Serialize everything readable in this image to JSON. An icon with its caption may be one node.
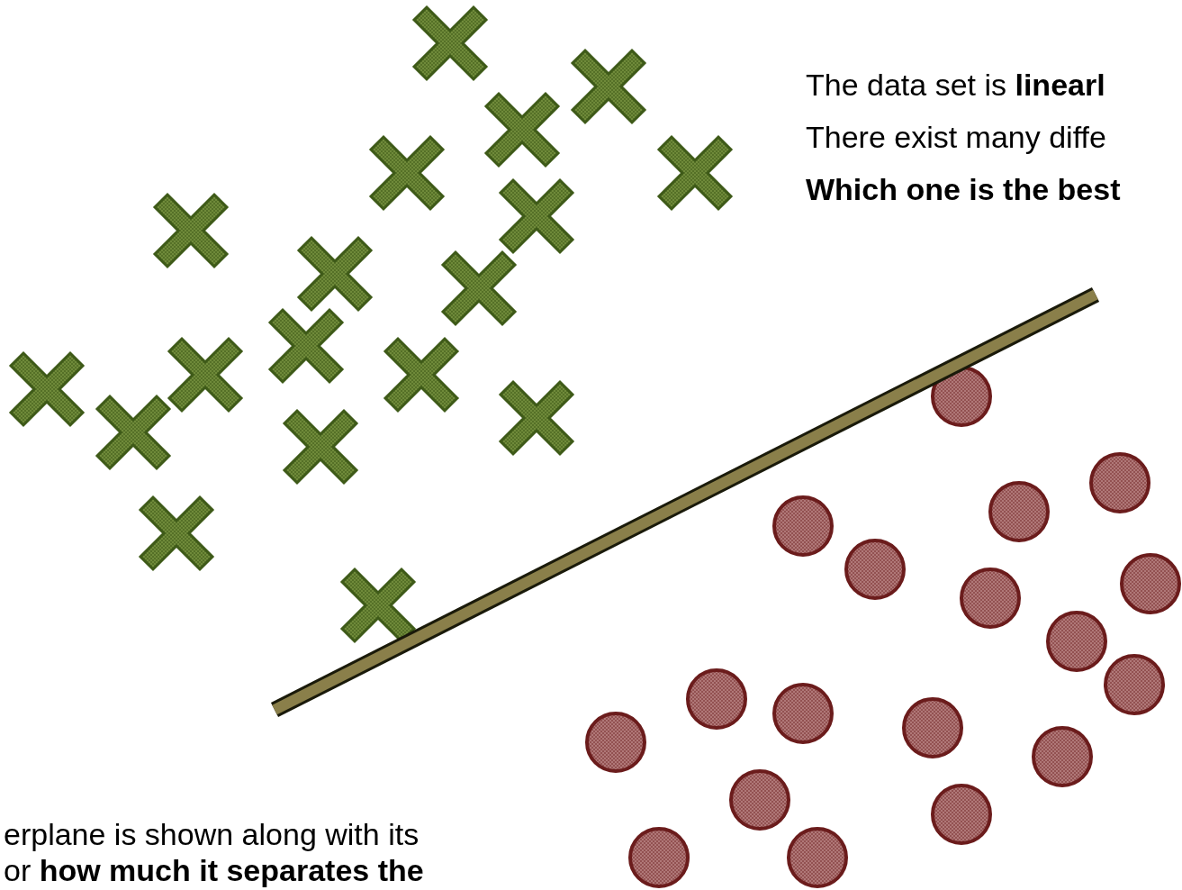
{
  "diagram": {
    "labels": [
      "The data set is **linearl**",
      "There exist many diffe",
      "Which one is the best",
      "erplane is shown along with its",
      "or **how much it separates the**"
    ]
  }
}
